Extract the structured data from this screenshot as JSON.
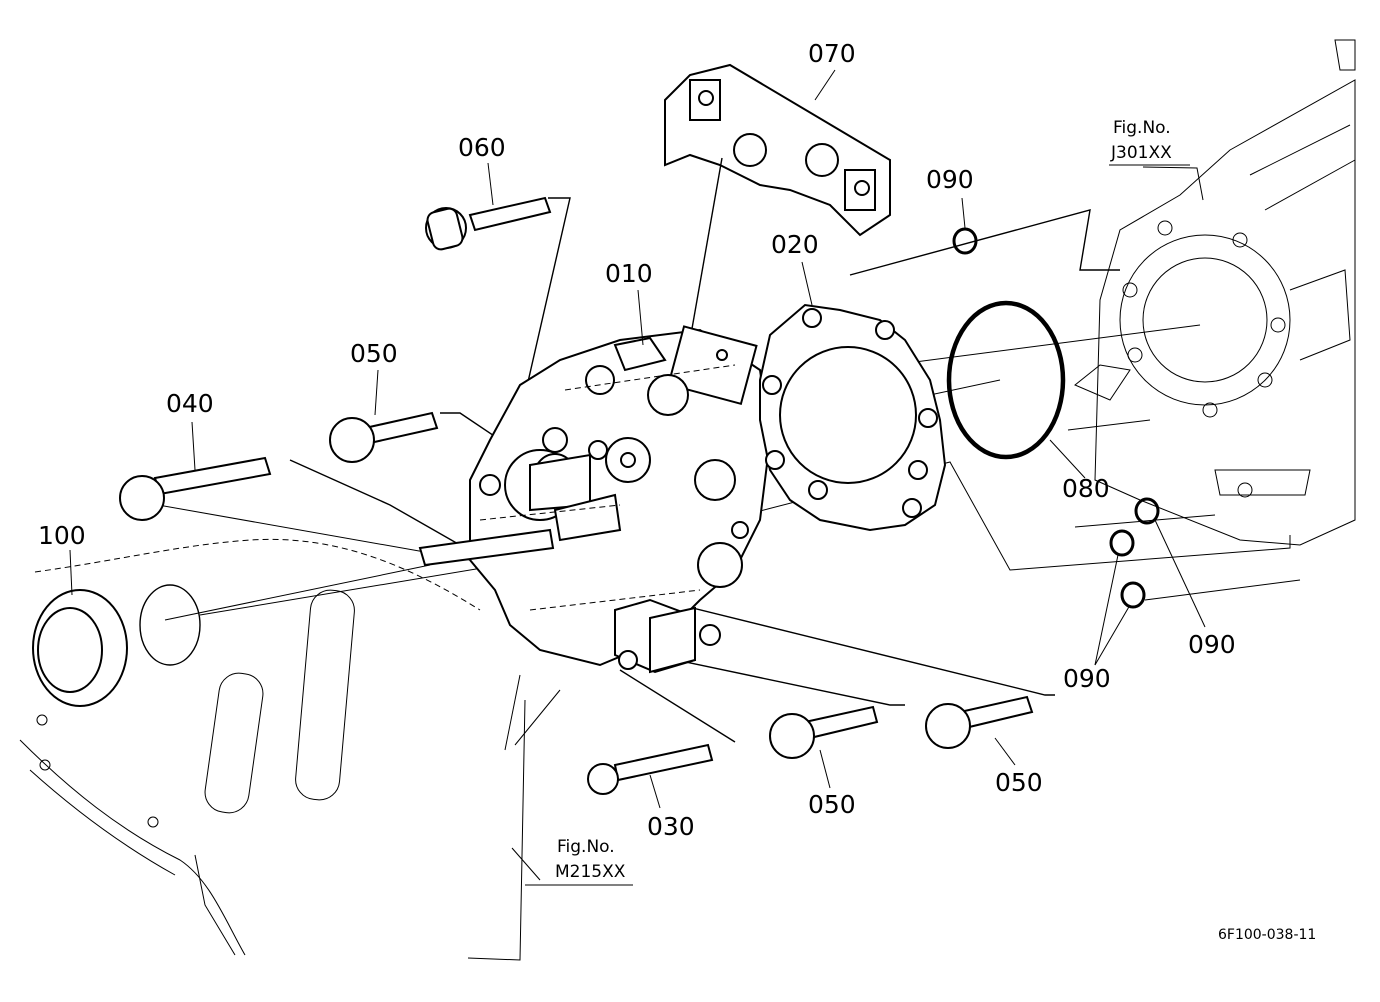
{
  "parts": [
    {
      "id": "010",
      "label": "010"
    },
    {
      "id": "020",
      "label": "020"
    },
    {
      "id": "030",
      "label": "030"
    },
    {
      "id": "040",
      "label": "040"
    },
    {
      "id": "050",
      "label": "050"
    },
    {
      "id": "060",
      "label": "060"
    },
    {
      "id": "070",
      "label": "070"
    },
    {
      "id": "080",
      "label": "080"
    },
    {
      "id": "090",
      "label": "090"
    },
    {
      "id": "100",
      "label": "100"
    }
  ],
  "callouts": {
    "label_010": "010",
    "label_020": "020",
    "label_030": "030",
    "label_040": "040",
    "label_050_a": "050",
    "label_050_b": "050",
    "label_050_c": "050",
    "label_060": "060",
    "label_070": "070",
    "label_080": "080",
    "label_090_a": "090",
    "label_090_b": "090",
    "label_090_c": "090",
    "label_100": "100"
  },
  "figure_refs": {
    "top": {
      "line1": "Fig.No.",
      "line2": "J301XX"
    },
    "bottom": {
      "line1": "Fig.No.",
      "line2": "M215XX"
    }
  },
  "drawing_code": "6F100-038-11"
}
